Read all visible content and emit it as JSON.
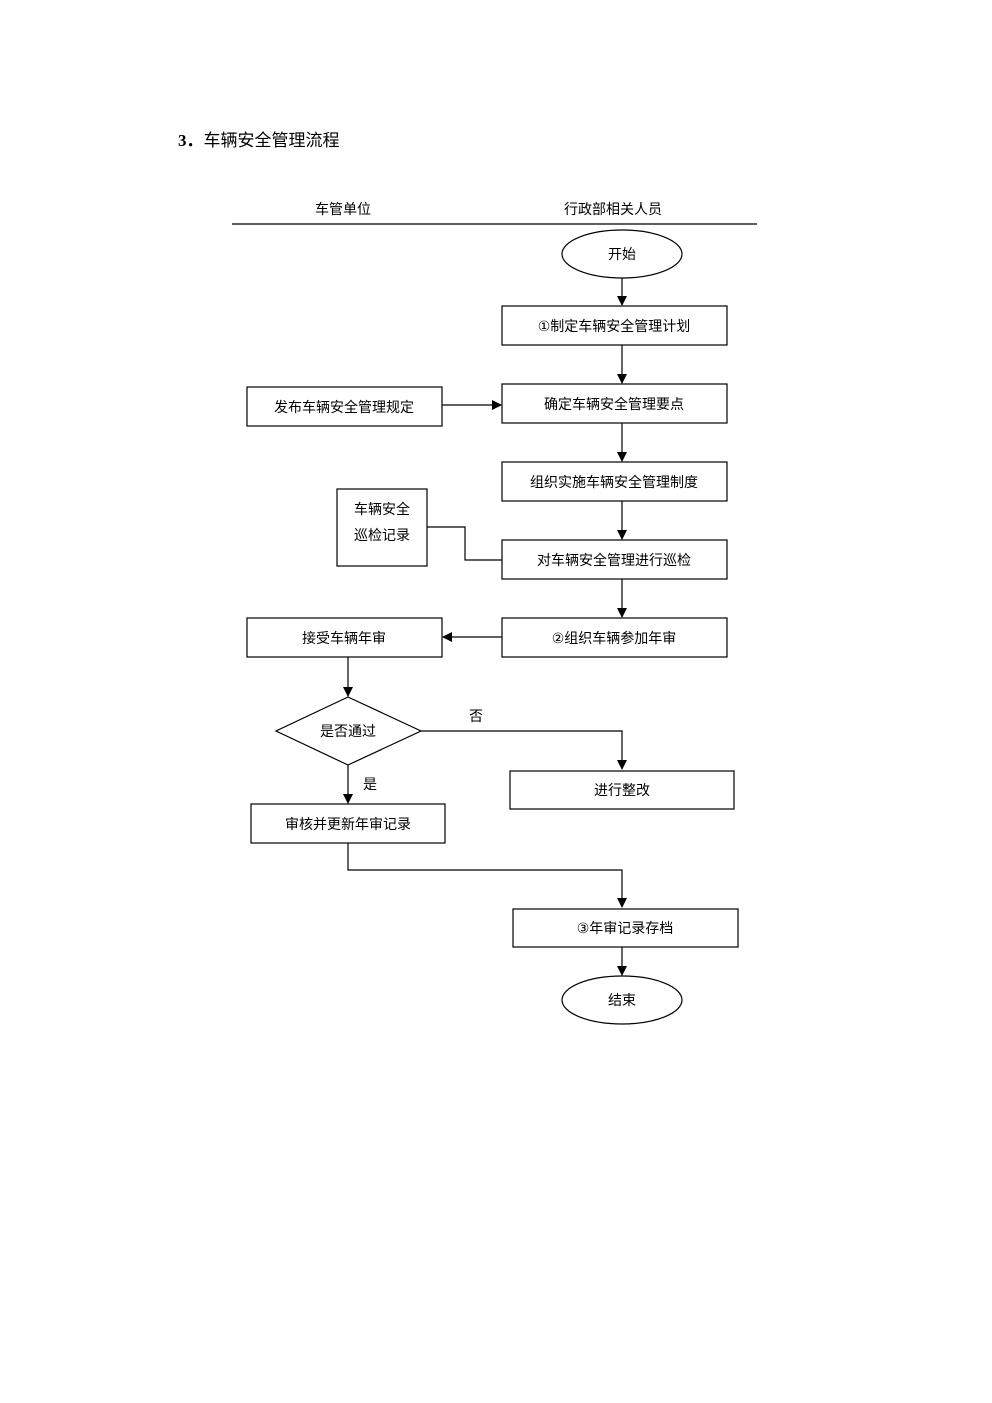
{
  "heading": {
    "number": "3．",
    "title": "车辆安全管理流程"
  },
  "lanes": {
    "left": "车管单位",
    "right": "行政部相关人员"
  },
  "nodes": {
    "start": "开始",
    "plan": "①制定车辆安全管理计划",
    "publish": "发布车辆安全管理规定",
    "keypoints": "确定车辆安全管理要点",
    "implement": "组织实施车辆安全管理制度",
    "patrol_record_line1": "车辆安全",
    "patrol_record_line2": "巡检记录",
    "patrol": "对车辆安全管理进行巡检",
    "receive_review": "接受车辆年审",
    "organize_review": "②组织车辆参加年审",
    "decision": "是否通过",
    "rectify": "进行整改",
    "update_record": "审核并更新年审记录",
    "archive": "③年审记录存档",
    "end": "结束"
  },
  "edge_labels": {
    "no": "否",
    "yes": "是"
  }
}
